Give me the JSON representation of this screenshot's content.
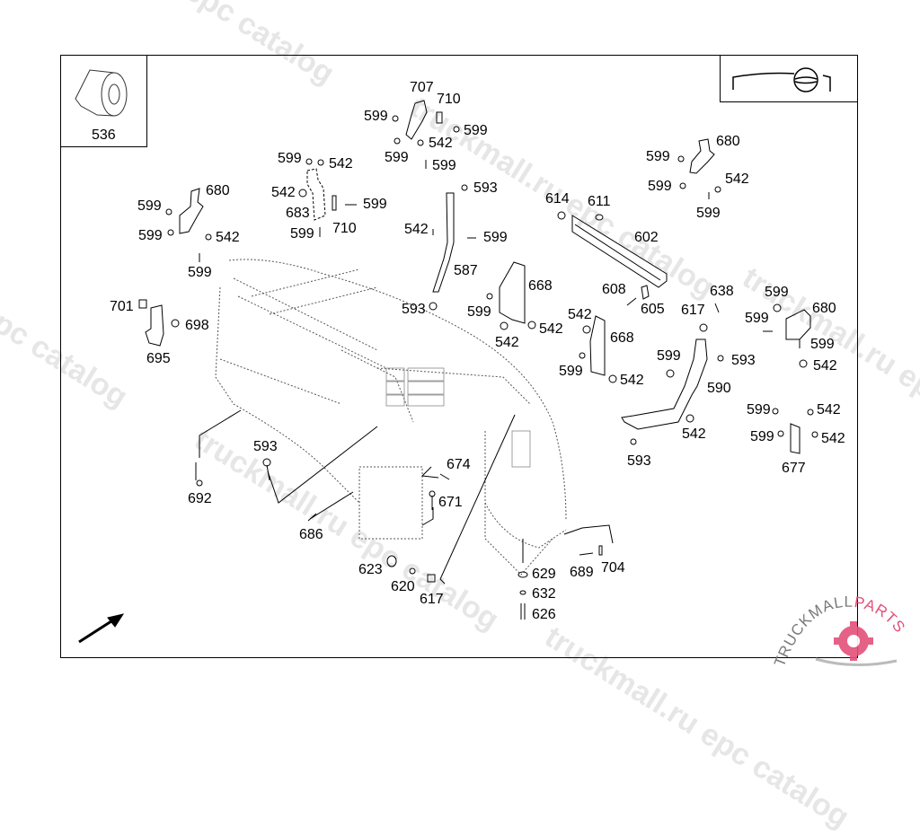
{
  "watermarks": [
    "epc catalog",
    "truckmall.ru epc catalog",
    "truckmall.ru epc catalog",
    "epc catalog",
    "truckmall.ru epc catalog",
    "truckmall.ru epc catalog"
  ],
  "logo": {
    "text_dark": "TRUCKMALL",
    "text_accent": "PARTS",
    "accent_color": "#e4507a",
    "dark_color": "#7a7a7a"
  },
  "insets": {
    "top_left_part": "536",
    "top_right_icon": "vehicle-front-view-icon"
  },
  "direction_arrow": "front-direction-arrow-icon",
  "callouts": [
    {
      "id": "c1",
      "text": "536"
    },
    {
      "id": "c2",
      "text": "707"
    },
    {
      "id": "c3",
      "text": "710"
    },
    {
      "id": "c4",
      "text": "599"
    },
    {
      "id": "c5",
      "text": "599"
    },
    {
      "id": "c6",
      "text": "542"
    },
    {
      "id": "c7",
      "text": "599"
    },
    {
      "id": "c8",
      "text": "599"
    },
    {
      "id": "c9",
      "text": "599"
    },
    {
      "id": "c10",
      "text": "542"
    },
    {
      "id": "c11",
      "text": "542"
    },
    {
      "id": "c12",
      "text": "683"
    },
    {
      "id": "c13",
      "text": "599"
    },
    {
      "id": "c14",
      "text": "599"
    },
    {
      "id": "c15",
      "text": "710"
    },
    {
      "id": "c16",
      "text": "680"
    },
    {
      "id": "c17",
      "text": "599"
    },
    {
      "id": "c18",
      "text": "599"
    },
    {
      "id": "c19",
      "text": "542"
    },
    {
      "id": "c20",
      "text": "599"
    },
    {
      "id": "c21",
      "text": "593"
    },
    {
      "id": "c22",
      "text": "542"
    },
    {
      "id": "c23",
      "text": "599"
    },
    {
      "id": "c24",
      "text": "587"
    },
    {
      "id": "c25",
      "text": "593"
    },
    {
      "id": "c26",
      "text": "614"
    },
    {
      "id": "c27",
      "text": "611"
    },
    {
      "id": "c28",
      "text": "602"
    },
    {
      "id": "c29",
      "text": "608"
    },
    {
      "id": "c30",
      "text": "605"
    },
    {
      "id": "c31",
      "text": "599"
    },
    {
      "id": "c32",
      "text": "680"
    },
    {
      "id": "c33",
      "text": "599"
    },
    {
      "id": "c34",
      "text": "542"
    },
    {
      "id": "c35",
      "text": "599"
    },
    {
      "id": "c36",
      "text": "668"
    },
    {
      "id": "c37",
      "text": "599"
    },
    {
      "id": "c38",
      "text": "542"
    },
    {
      "id": "c39",
      "text": "542"
    },
    {
      "id": "c40",
      "text": "542"
    },
    {
      "id": "c41",
      "text": "668"
    },
    {
      "id": "c42",
      "text": "599"
    },
    {
      "id": "c43",
      "text": "542"
    },
    {
      "id": "c44",
      "text": "638"
    },
    {
      "id": "c45",
      "text": "617"
    },
    {
      "id": "c46",
      "text": "599"
    },
    {
      "id": "c47",
      "text": "593"
    },
    {
      "id": "c48",
      "text": "590"
    },
    {
      "id": "c49",
      "text": "542"
    },
    {
      "id": "c50",
      "text": "593"
    },
    {
      "id": "c51",
      "text": "599"
    },
    {
      "id": "c52",
      "text": "680"
    },
    {
      "id": "c53",
      "text": "599"
    },
    {
      "id": "c54",
      "text": "599"
    },
    {
      "id": "c55",
      "text": "542"
    },
    {
      "id": "c56",
      "text": "599"
    },
    {
      "id": "c57",
      "text": "542"
    },
    {
      "id": "c58",
      "text": "599"
    },
    {
      "id": "c59",
      "text": "542"
    },
    {
      "id": "c60",
      "text": "677"
    },
    {
      "id": "c61",
      "text": "701"
    },
    {
      "id": "c62",
      "text": "698"
    },
    {
      "id": "c63",
      "text": "695"
    },
    {
      "id": "c64",
      "text": "593"
    },
    {
      "id": "c65",
      "text": "692"
    },
    {
      "id": "c66",
      "text": "686"
    },
    {
      "id": "c67",
      "text": "674"
    },
    {
      "id": "c68",
      "text": "671"
    },
    {
      "id": "c69",
      "text": "623"
    },
    {
      "id": "c70",
      "text": "620"
    },
    {
      "id": "c71",
      "text": "617"
    },
    {
      "id": "c72",
      "text": "629"
    },
    {
      "id": "c73",
      "text": "632"
    },
    {
      "id": "c74",
      "text": "626"
    },
    {
      "id": "c75",
      "text": "689"
    },
    {
      "id": "c76",
      "text": "704"
    }
  ]
}
